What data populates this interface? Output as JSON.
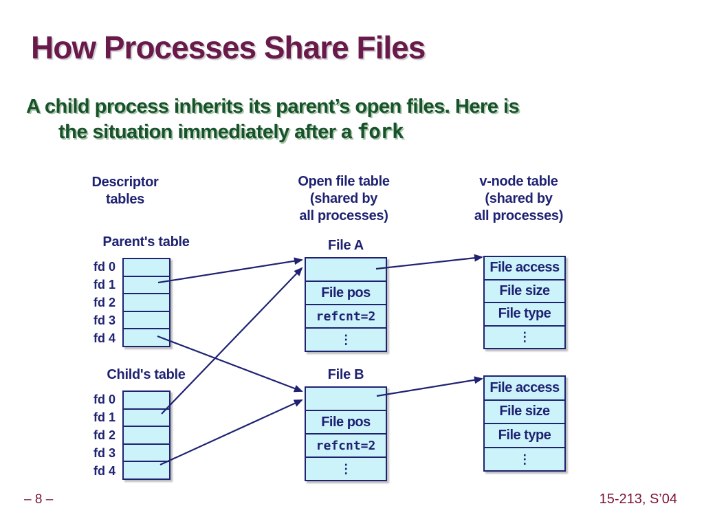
{
  "colors": {
    "title_maroon": "#691a4b",
    "footer_maroon": "#7d1333",
    "navy": "#1f2272",
    "cell_fill": "#ccf3fa",
    "subtitle_green": "#17532a"
  },
  "title": "How Processes Share Files",
  "subtitle": {
    "line1": "A child process inherits its parent’s open files. Here is",
    "line2_text": "the situation immediately after a ",
    "line2_code": "fork"
  },
  "headers": {
    "descriptor": [
      "Descriptor",
      "tables"
    ],
    "open_file": [
      "Open file table",
      "(shared by",
      "all processes)"
    ],
    "vnode": [
      "v-node table",
      "(shared by",
      "all processes)"
    ]
  },
  "descriptor_tables": {
    "parent_label": "Parent's table",
    "child_label": "Child's table",
    "fd_labels": [
      "fd 0",
      "fd 1",
      "fd 2",
      "fd 3",
      "fd 4"
    ]
  },
  "open_file_tables": {
    "file_a_label": "File A",
    "file_b_label": "File B",
    "rows": [
      "",
      "File pos",
      "refcnt=2",
      "⋮"
    ]
  },
  "vnode_tables": {
    "rows": [
      "File access",
      "File size",
      "File type",
      "⋮"
    ]
  },
  "footer": {
    "left": "– 8 –",
    "right": "15-213, S’04"
  }
}
